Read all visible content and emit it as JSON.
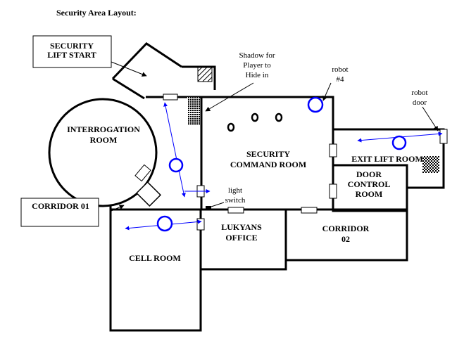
{
  "title": "Security Area Layout:",
  "rooms": {
    "interrogation": [
      "INTERROGATION",
      "ROOM"
    ],
    "security_command": [
      "SECURITY",
      "COMMAND ROOM"
    ],
    "exit_lift": "EXIT LIFT ROOM",
    "door_control": [
      "DOOR",
      "CONTROL",
      "ROOM"
    ],
    "corridor_02": [
      "CORRIDOR",
      "02"
    ],
    "lukyans_office": [
      "LUKYANS",
      "OFFICE"
    ],
    "cell_room": "CELL ROOM"
  },
  "callouts": {
    "security_lift_start": [
      "SECURITY",
      "LIFT START"
    ],
    "corridor_01": "CORRIDOR 01"
  },
  "annotations": {
    "shadow": [
      "Shadow for",
      "Player to",
      "Hide in"
    ],
    "robot4": [
      "robot",
      "#4"
    ],
    "robot_door": [
      "robot",
      "door"
    ],
    "light_switch": [
      "light",
      "switch"
    ]
  },
  "colors": {
    "wall": "#000000",
    "robot": "#0000ff",
    "background": "#ffffff"
  }
}
